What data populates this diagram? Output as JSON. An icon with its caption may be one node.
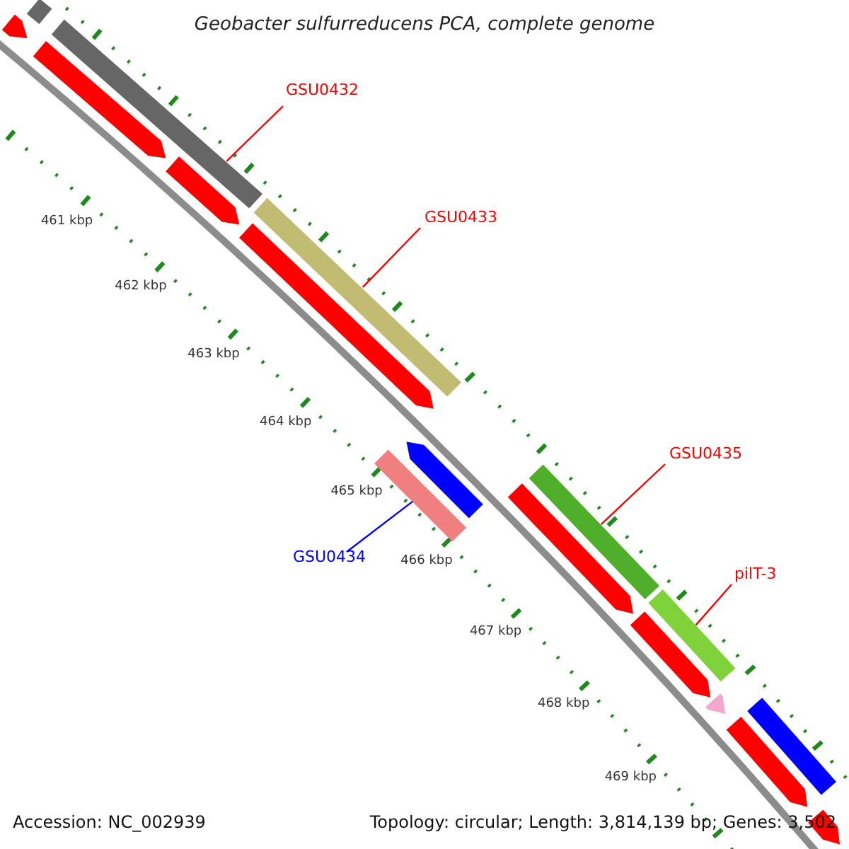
{
  "diagram": {
    "title": "Geobacter sulfurreducens PCA, complete genome",
    "nodes": [
      {
        "text": [
          "GSU0432"
        ]
      },
      {
        "text": [
          "GSU0433"
        ]
      },
      {
        "text": [
          "GSU0434"
        ]
      },
      {
        "text": [
          "GSU0435"
        ]
      },
      {
        "text": [
          "pilT-3"
        ]
      },
      {
        "text": [],
        "shape": "bar"
      },
      {
        "text": [],
        "shape": "arrow"
      },
      {
        "text": [],
        "shape": "arrow"
      },
      {
        "text": [],
        "shape": "bar"
      },
      {
        "text": [],
        "shape": "arrow"
      },
      {
        "text": [],
        "shape": "arrow"
      },
      {
        "text": [],
        "shape": "bar"
      },
      {
        "text": [],
        "shape": "bar"
      },
      {
        "text": [],
        "shape": "arrow"
      },
      {
        "text": [],
        "shape": "arrow"
      },
      {
        "text": [],
        "shape": "bar"
      },
      {
        "text": [],
        "shape": "arrow"
      },
      {
        "text": [],
        "shape": "bar"
      },
      {
        "text": [],
        "shape": "arrow"
      },
      {
        "text": [],
        "shape": "bar"
      },
      {
        "text": [],
        "shape": "arrow"
      },
      {
        "text": [],
        "shape": "arrow"
      }
    ],
    "edges": [
      {
        "from": 0,
        "to": 8,
        "arrow": "none"
      },
      {
        "from": 1,
        "to": 11,
        "arrow": "none"
      },
      {
        "from": 2,
        "to": 12,
        "arrow": "none",
        "color": "#0000ff"
      },
      {
        "from": 3,
        "to": 15,
        "arrow": "none"
      },
      {
        "from": 4,
        "to": 17,
        "arrow": "none"
      }
    ],
    "labels": [
      "461 kbp",
      "462 kbp",
      "463 kbp",
      "464 kbp",
      "465 kbp",
      "466 kbp",
      "467 kbp",
      "468 kbp",
      "469 kbp",
      "Accession: NC_002939",
      "Topology: circular; Length: 3,814,139 bp; Genes: 3,502"
    ]
  }
}
